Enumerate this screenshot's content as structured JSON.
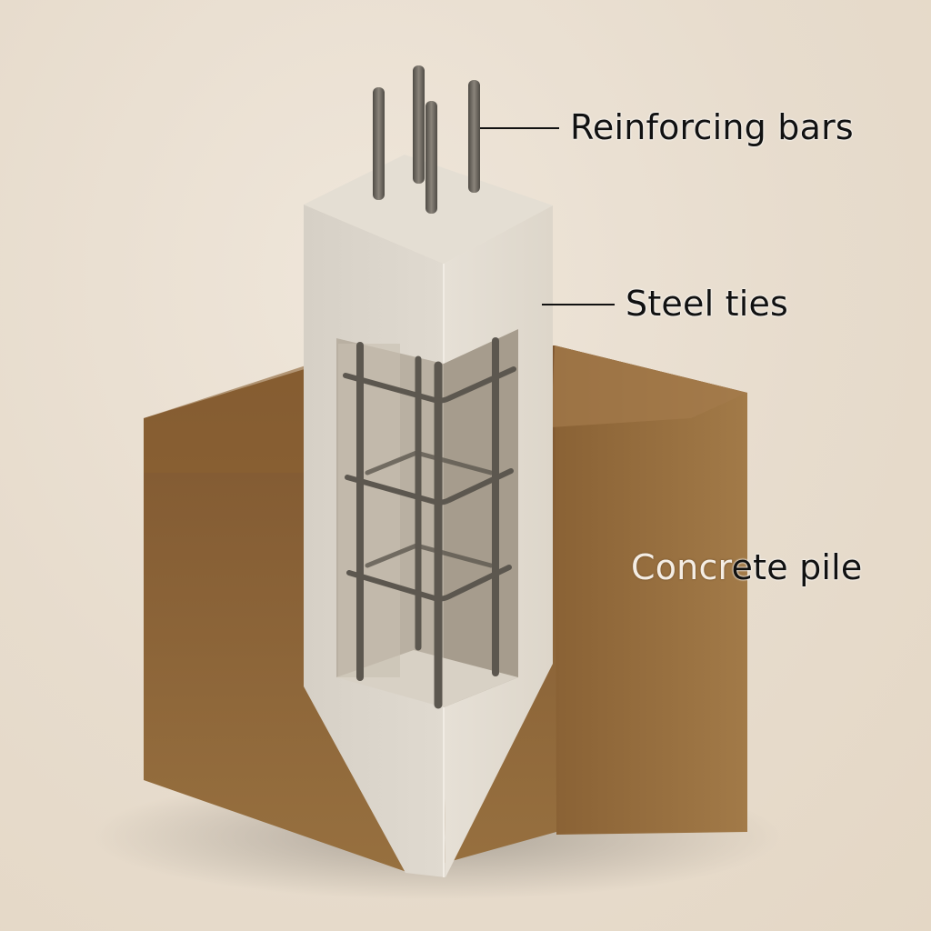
{
  "labels": {
    "reinforcing_bars": "Reinforcing bars",
    "steel_ties": "Steel ties",
    "concrete_pile": {
      "part1": "Concr",
      "part2": "ete pile"
    }
  },
  "colors": {
    "background": "#e9dfd2",
    "soil_front": "#8c6438",
    "soil_top": "#a47a4c",
    "soil_side": "#9a7044",
    "concrete_light": "#e3ddd3",
    "concrete_shade": "#cfc8bc",
    "rebar": "#5f5a52"
  }
}
